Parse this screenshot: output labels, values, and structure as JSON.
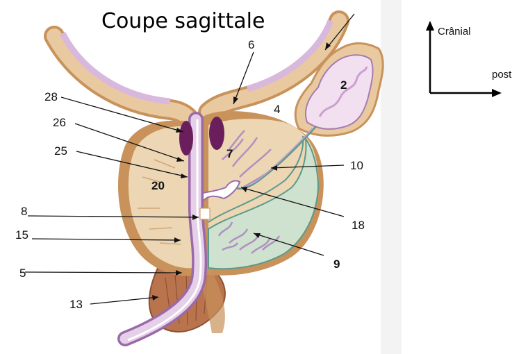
{
  "title": "Coupe sagittale",
  "orientation": {
    "vertical_label": "Crânial",
    "horizontal_label": "post"
  },
  "labels": {
    "l28": "28",
    "l26": "26",
    "l25": "25",
    "l20": "20",
    "l8": "8",
    "l15": "15",
    "l5": "5",
    "l13": "13",
    "l6": "6",
    "l4": "4",
    "l7": "7",
    "l2": "2",
    "l10": "10",
    "l18": "18",
    "l9": "9"
  },
  "colors": {
    "tissue_outline": "#c8925a",
    "tissue_fill": "#ecd6b4",
    "mucosa": "#d9b8de",
    "mucosa_dark": "#9a6aa8",
    "duct_purple": "#6a1f5c",
    "gland_green": "#cfe1cf",
    "gland_line": "#5a9a8a",
    "muscle": "#b9744e"
  }
}
